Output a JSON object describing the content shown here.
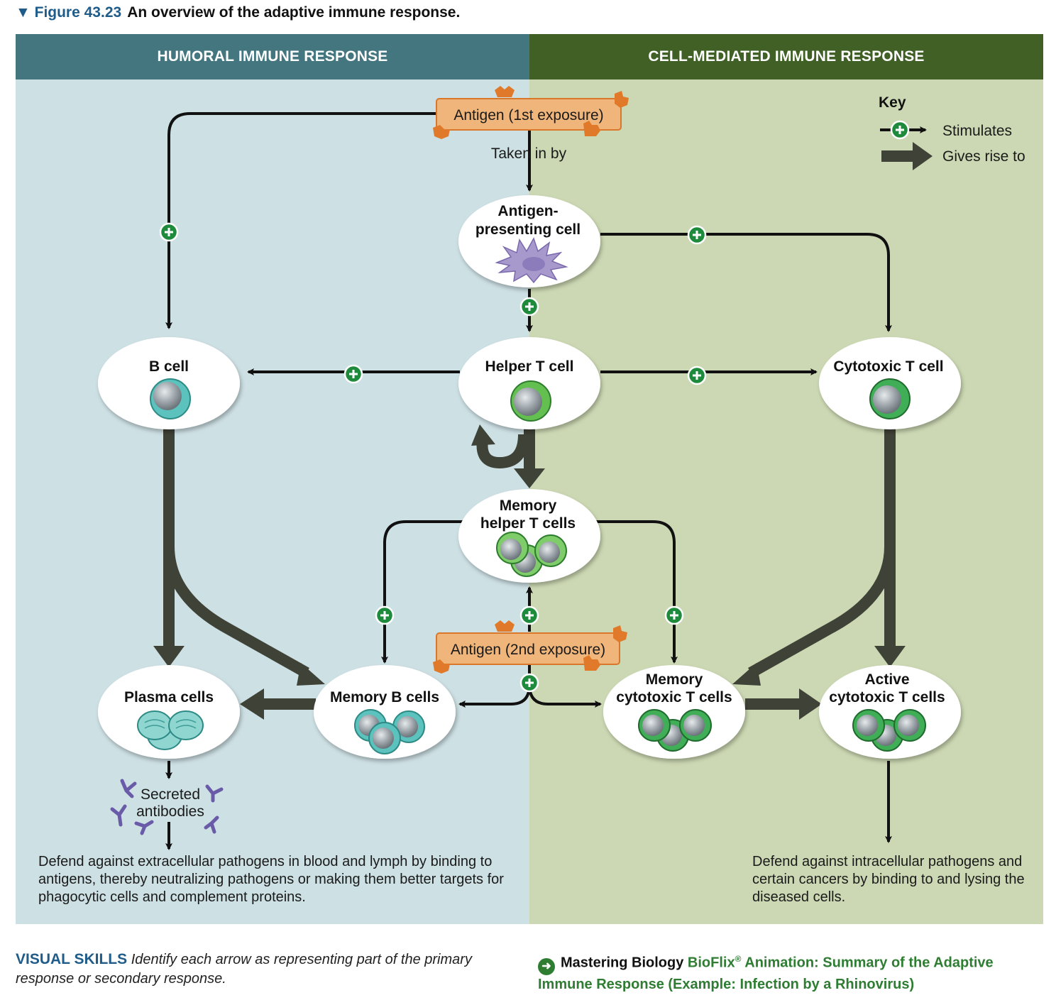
{
  "figure": {
    "number": "▼ Figure 43.23",
    "title": "An overview of the adaptive immune response."
  },
  "bands": {
    "left": "HUMORAL IMMUNE RESPONSE",
    "right": "CELL-MEDIATED IMMUNE RESPONSE"
  },
  "key": {
    "title": "Key",
    "stimulates": "Stimulates",
    "gives_rise": "Gives rise to"
  },
  "antigen1": "Antigen (1st exposure)",
  "taken_in_by": "Taken in by",
  "antigen2": "Antigen (2nd exposure)",
  "nodes": {
    "apc_line1": "Antigen-",
    "apc_line2": "presenting cell",
    "bcell": "B cell",
    "helper": "Helper T cell",
    "cytotoxic": "Cytotoxic T cell",
    "mem_helper_line1": "Memory",
    "mem_helper_line2": "helper T cells",
    "plasma": "Plasma cells",
    "mem_b": "Memory B cells",
    "mem_cyto_line1": "Memory",
    "mem_cyto_line2": "cytotoxic T cells",
    "active_line1": "Active",
    "active_line2": "cytotoxic T cells"
  },
  "secreted_line1": "Secreted",
  "secreted_line2": "antibodies",
  "desc_left": "Defend against extracellular pathogens in blood and lymph by binding to antigens, thereby neutralizing pathogens or making them better targets for phagocytic cells and complement proteins.",
  "desc_right": "Defend against intracellular pathogens and certain cancers by binding to and lysing the diseased cells.",
  "visual_skills": {
    "label": "VISUAL SKILLS",
    "text": "Identify each arrow as representing part of the primary response or secondary response."
  },
  "mastering": {
    "label": "Mastering Biology",
    "bioflix": "BioFlix",
    "reg": "®",
    "text": "Animation: Summary of the Adaptive Immune Response (Example: Infection by a Rhinovirus)"
  },
  "colors": {
    "humoral_band": "#43767f",
    "cell_band": "#406026",
    "humoral_bg": "#cde0e4",
    "cell_bg": "#ccd8b3",
    "antigen_box": "#f0b57a",
    "antigen_edge": "#d9782a",
    "plus": "#1e8a3c",
    "thick_arrow": "#3f4237",
    "b_cell": "#5cc2bd",
    "t_cell": "#63bf4f",
    "antibody": "#6a5ba8"
  }
}
